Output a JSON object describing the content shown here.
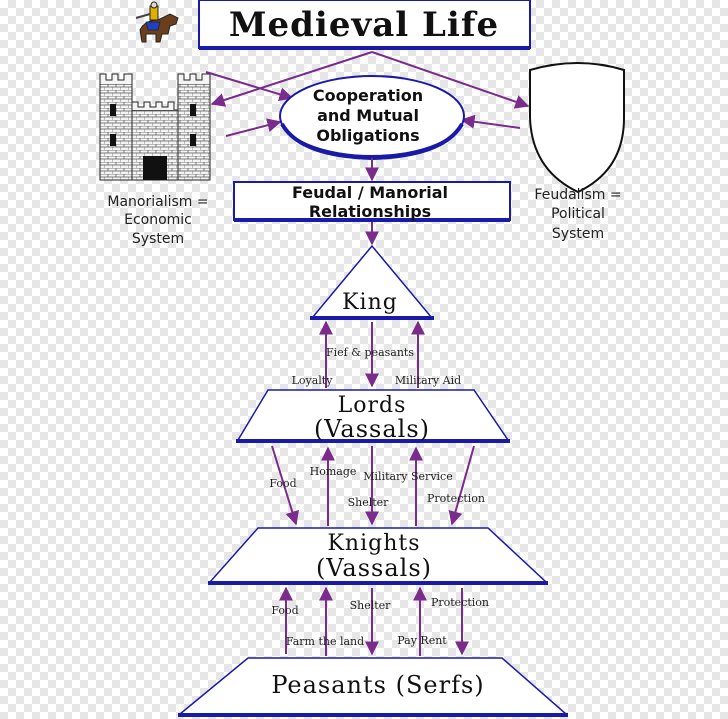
{
  "title": "Medieval Life",
  "oval": {
    "line1": "Cooperation",
    "line2": "and Mutual",
    "line3": "Obligations"
  },
  "feudal_box": {
    "line1": "Feudal / Manorial",
    "line2": "Relationships"
  },
  "manorialism": {
    "line1": "Manorialism =",
    "line2": "Economic",
    "line3": "System"
  },
  "feudalism": {
    "line1": "Feudalism =",
    "line2": "Political",
    "line3": "System"
  },
  "tiers": {
    "king": "King",
    "lords_1": "Lords",
    "lords_2": "(Vassals)",
    "knights_1": "Knights",
    "knights_2": "(Vassals)",
    "peasants": "Peasants (Serfs)"
  },
  "king_lords": {
    "fief": "Fief & peasants",
    "loyalty": "Loyalty",
    "military_aid": "Military Aid"
  },
  "lords_knights": {
    "food": "Food",
    "homage": "Homage",
    "military_service": "Military Service",
    "shelter": "Shelter",
    "protection": "Protection"
  },
  "knights_peasants": {
    "food": "Food",
    "shelter": "Shelter",
    "protection": "Protection",
    "farm": "Farm the land",
    "pay_rent": "Pay Rent"
  },
  "colors": {
    "arrow": "#7a2b8c",
    "line": "#1a1aa8",
    "text": "#111111"
  },
  "icons": [
    "knight-on-horse-icon",
    "castle-icon",
    "shield-icon"
  ]
}
